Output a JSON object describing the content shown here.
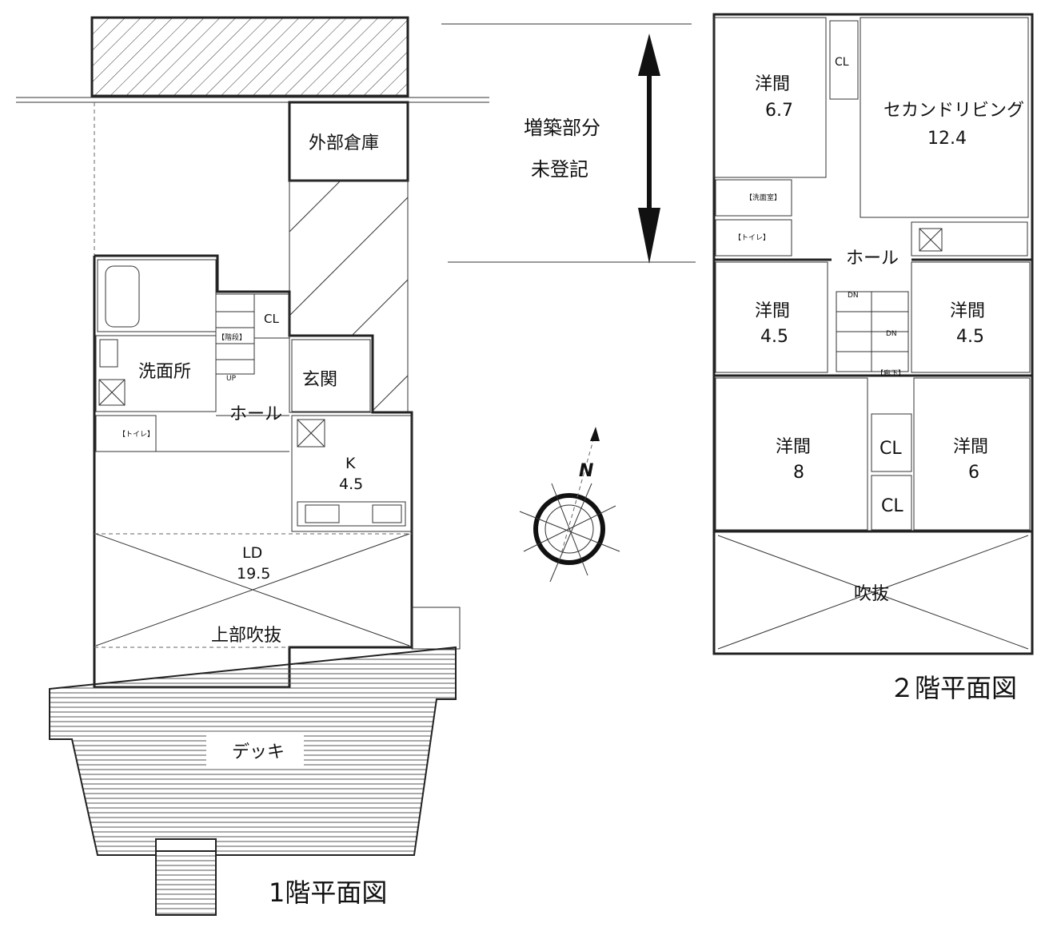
{
  "floor1": {
    "title": "1階平面図",
    "rooms": {
      "storage": "外部倉庫",
      "washroom": "洗面所",
      "cl": "CL",
      "entrance": "玄関",
      "hall": "ホール",
      "kitchen_name": "K",
      "kitchen_size": "4.5",
      "ld_name": "LD",
      "ld_size": "19.5",
      "void_above": "上部吹抜",
      "deck": "デッキ",
      "stairs_tag": "【階段】",
      "toilet_tag": "【トイレ】",
      "up": "UP"
    }
  },
  "extension": {
    "line1": "増築部分",
    "line2": "未登記"
  },
  "compass": {
    "north": "N"
  },
  "floor2": {
    "title": "２階平面図",
    "rooms": {
      "western_a_name": "洋間",
      "western_a_size": "6.7",
      "cl_top": "CL",
      "second_living_name": "セカンドリビング",
      "second_living_size": "12.4",
      "washroom_tag": "【洗面室】",
      "toilet_tag": "【トイレ】",
      "hall": "ホール",
      "western_b_name": "洋間",
      "western_b_size": "4.5",
      "western_c_name": "洋間",
      "western_c_size": "4.5",
      "corridor_tag": "【廊下】",
      "dn1": "DN",
      "dn2": "DN",
      "western_d_name": "洋間",
      "western_d_size": "8",
      "cl_mid": "CL",
      "cl_low": "CL",
      "western_e_name": "洋間",
      "western_e_size": "6",
      "void": "吹抜"
    }
  }
}
